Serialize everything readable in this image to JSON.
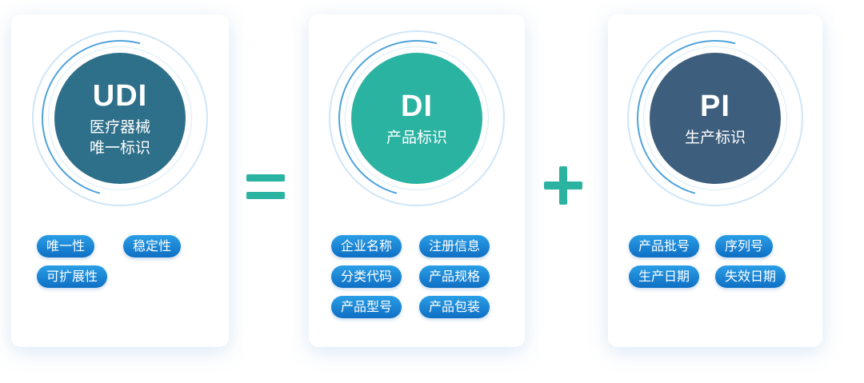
{
  "colors": {
    "udi_disc": "#2e6f8a",
    "di_disc": "#2bb3a2",
    "pi_disc": "#3d5f7d",
    "tag": "#1a86d8",
    "operator": "#2bb3a2"
  },
  "udi": {
    "title": "UDI",
    "subtitle_line1": "医疗器械",
    "subtitle_line2": "唯一标识",
    "tags": [
      "唯一性",
      "稳定性",
      "可扩展性"
    ]
  },
  "operators": {
    "equals": "=",
    "plus": "+"
  },
  "di": {
    "title": "DI",
    "subtitle": "产品标识",
    "tags": [
      "企业名称",
      "注册信息",
      "分类代码",
      "产品规格",
      "产品型号",
      "产品包装"
    ]
  },
  "pi": {
    "title": "PI",
    "subtitle": "生产标识",
    "tags": [
      "产品批号",
      "序列号",
      "生产日期",
      "失效日期"
    ]
  }
}
